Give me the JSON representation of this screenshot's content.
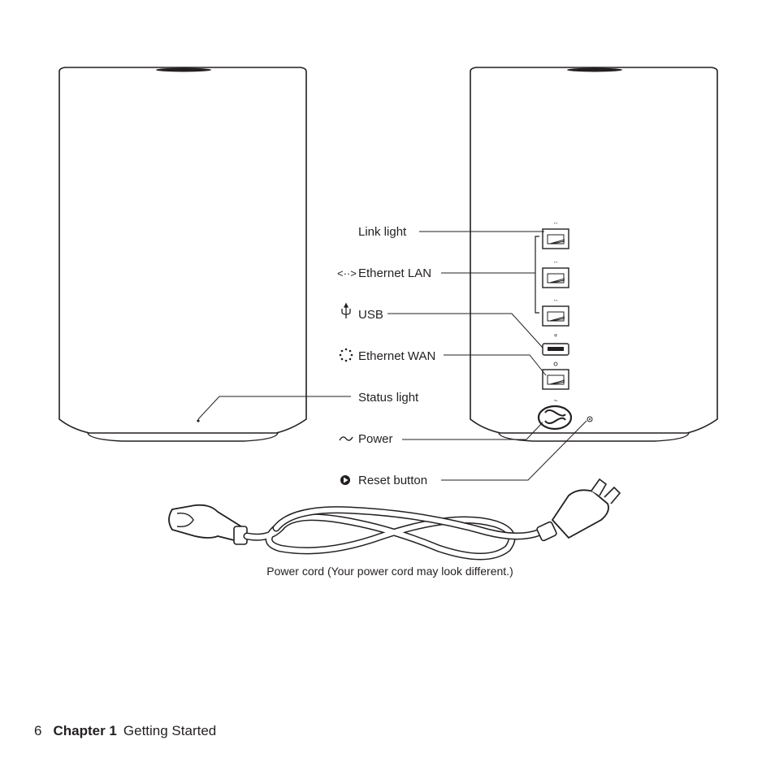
{
  "labels": {
    "link_light": "Link light",
    "ethernet_lan": "Ethernet LAN",
    "usb": "USB",
    "ethernet_wan": "Ethernet WAN",
    "status_light": "Status light",
    "power": "Power",
    "reset_button": "Reset button"
  },
  "caption": "Power cord (Your power cord may look different.)",
  "footer": {
    "page_number": "6",
    "chapter": "Chapter 1",
    "title": "Getting Started"
  },
  "icons": {
    "ethernet_lan": "double-arrow-icon",
    "usb": "usb-icon",
    "ethernet_wan": "dotted-circle-icon",
    "power": "tilde-icon",
    "reset": "play-circle-icon"
  }
}
